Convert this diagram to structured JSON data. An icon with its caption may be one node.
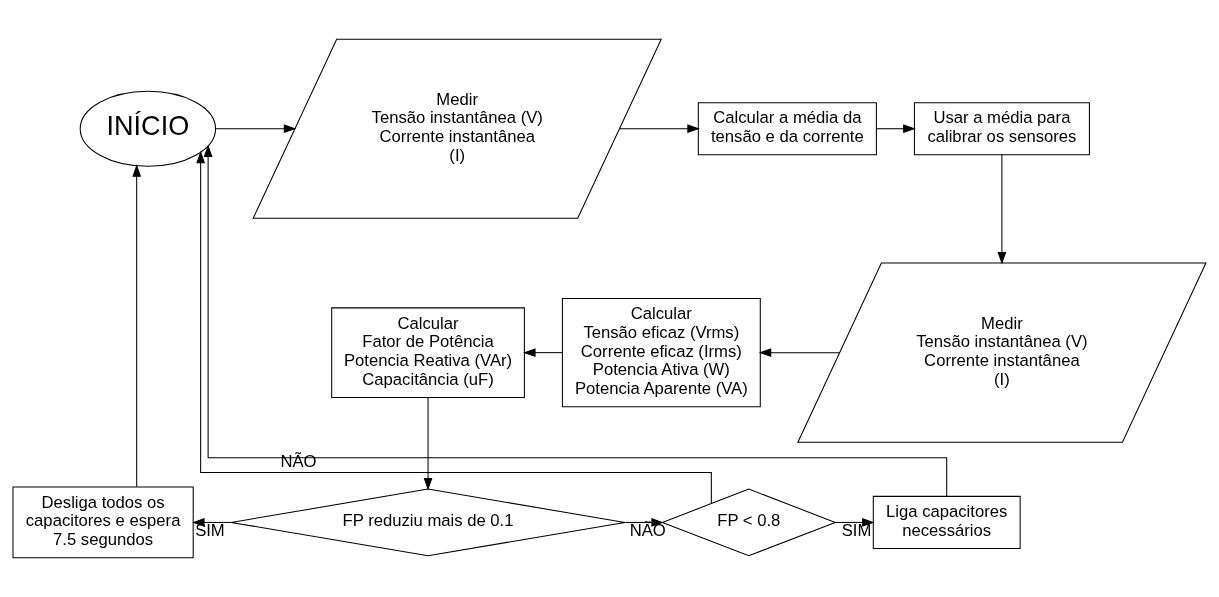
{
  "diagram": {
    "nodes": [
      {
        "text": [
          "INÍCIO"
        ]
      },
      {
        "text": [
          "Medir",
          "Tensão instantânea (V)",
          "Corrente instantânea (I)"
        ]
      },
      {
        "text": [
          "Calcular a média da tensão e da corrente"
        ]
      },
      {
        "text": [
          "Usar a média para calibrar os sensores"
        ]
      },
      {
        "text": [
          "Medir",
          "Tensão instantânea (V)",
          "Corrente instantânea (I)"
        ]
      },
      {
        "text": [
          "Calcular",
          "Tensão eficaz (Vrms)",
          "Corrente eficaz (Irms)",
          "Potencia Ativa (W)",
          "Potencia Aparente (VA)"
        ]
      },
      {
        "text": [
          "Calcular",
          "Fator de Potência",
          "Potencia Reativa (VAr)",
          "Capacitância (uF)"
        ]
      },
      {
        "text": [
          "FP reduziu mais de 0.1"
        ]
      },
      {
        "text": [
          "Desliga todos os capacitores e espera 7.5 segundos"
        ]
      },
      {
        "text": [
          "FP < 0.8"
        ]
      },
      {
        "text": [
          "Liga capacitores necessários"
        ]
      }
    ],
    "edges": [
      {
        "from": 0,
        "to": 1,
        "arrow": "to"
      },
      {
        "from": 1,
        "to": 2,
        "arrow": "to"
      },
      {
        "from": 2,
        "to": 3,
        "arrow": "to"
      },
      {
        "from": 3,
        "to": 4,
        "arrow": "to"
      },
      {
        "from": 4,
        "to": 5,
        "arrow": "to"
      },
      {
        "from": 5,
        "to": 6,
        "arrow": "to"
      },
      {
        "from": 6,
        "to": 7,
        "arrow": "to"
      },
      {
        "from": 7,
        "to": 8,
        "arrow": "to",
        "label": "SIM"
      },
      {
        "from": 7,
        "to": 9,
        "arrow": "to",
        "label": "NÃO"
      },
      {
        "from": 9,
        "to": 10,
        "arrow": "to",
        "label": "SIM"
      },
      {
        "from": 8,
        "to": 0,
        "arrow": "to"
      },
      {
        "from": 9,
        "to": 0,
        "arrow": "to",
        "label": "NÃO"
      },
      {
        "from": 10,
        "to": 0,
        "arrow": "to"
      }
    ]
  }
}
